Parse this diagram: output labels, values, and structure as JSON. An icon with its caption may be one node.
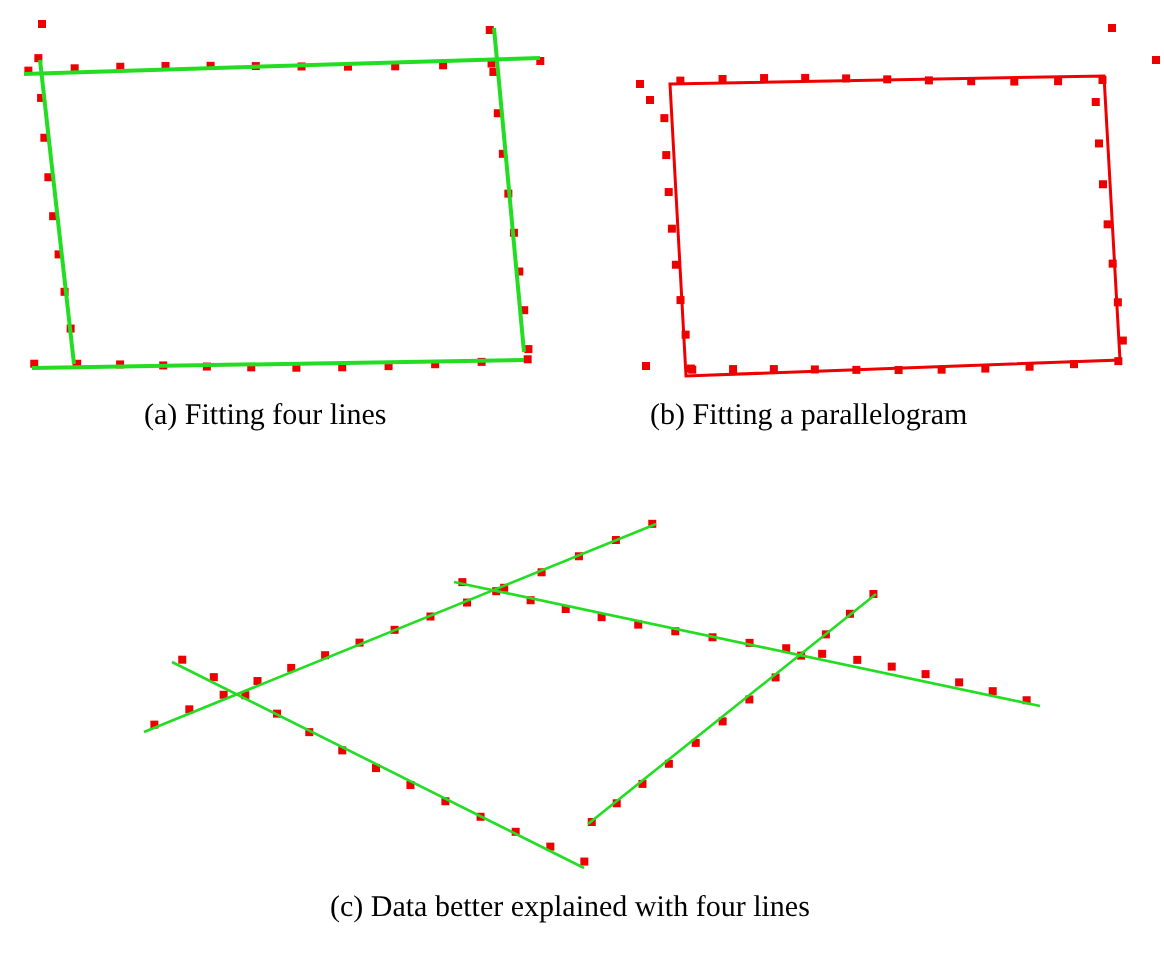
{
  "diagram": {
    "labels": [
      "(a) Fitting four lines",
      "(b) Fitting a parallelogram",
      "(c) Data better explained with four lines"
    ]
  }
}
